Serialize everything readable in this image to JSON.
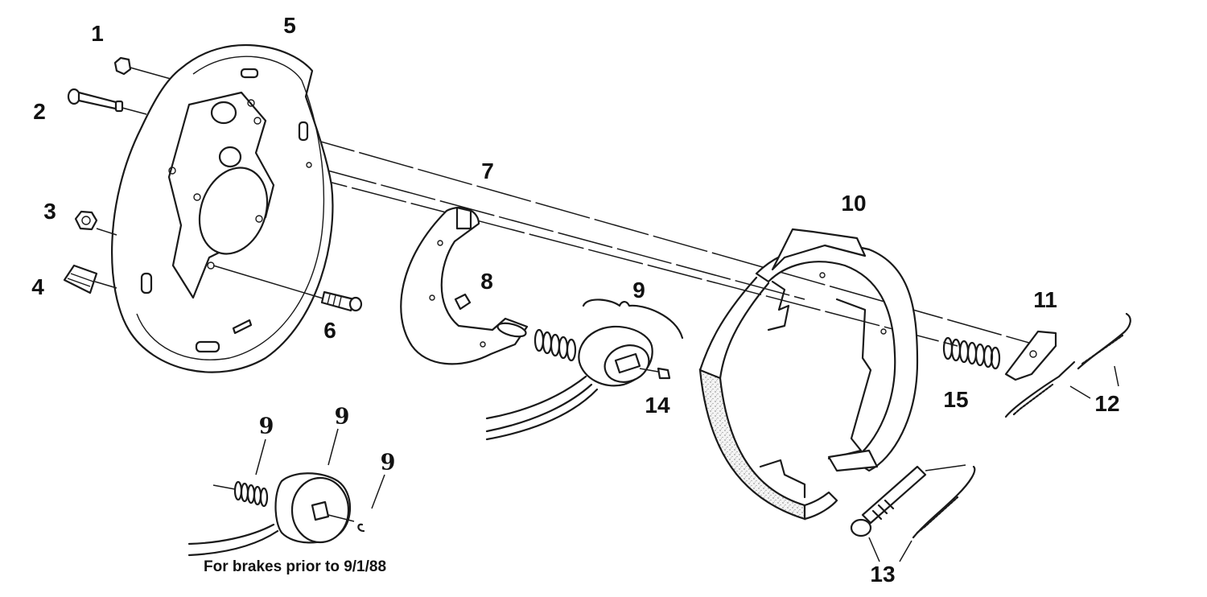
{
  "diagram": {
    "callouts": [
      {
        "id": "c1",
        "text": "1"
      },
      {
        "id": "c2",
        "text": "2"
      },
      {
        "id": "c3",
        "text": "3"
      },
      {
        "id": "c4",
        "text": "4"
      },
      {
        "id": "c5",
        "text": "5"
      },
      {
        "id": "c6",
        "text": "6"
      },
      {
        "id": "c7",
        "text": "7"
      },
      {
        "id": "c8",
        "text": "8"
      },
      {
        "id": "c9a",
        "text": "9"
      },
      {
        "id": "c10",
        "text": "10"
      },
      {
        "id": "c11",
        "text": "11"
      },
      {
        "id": "c12",
        "text": "12"
      },
      {
        "id": "c13",
        "text": "13"
      },
      {
        "id": "c14",
        "text": "14"
      },
      {
        "id": "c15",
        "text": "15"
      },
      {
        "id": "c9b",
        "text": "9"
      },
      {
        "id": "c9c",
        "text": "9"
      },
      {
        "id": "c9d",
        "text": "9"
      }
    ],
    "inset_caption": "For brakes prior to 9/1/88"
  }
}
